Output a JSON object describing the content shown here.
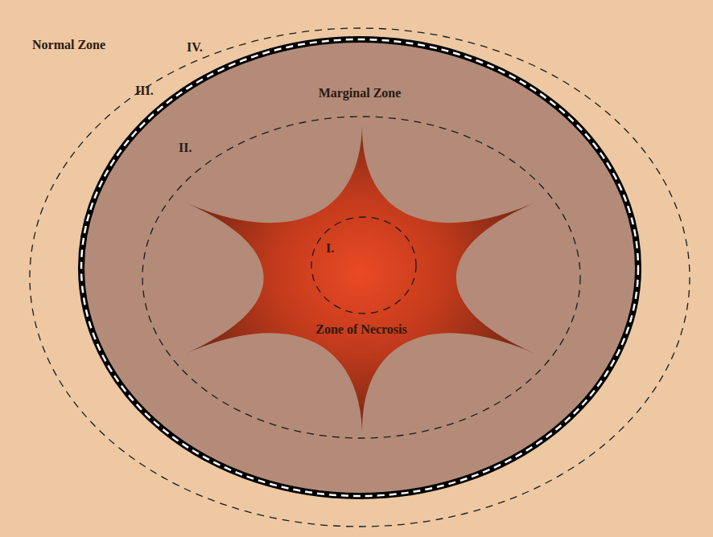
{
  "diagram": {
    "nodes": [
      {
        "text": [
          "Normal Zone"
        ]
      },
      {
        "text": [
          "Marginal Zone"
        ],
        "in": 0
      },
      {
        "text": [
          "Zone of Necrosis"
        ],
        "in": 1
      }
    ],
    "labels": [
      "IV.",
      "III.",
      "II.",
      "I."
    ]
  }
}
